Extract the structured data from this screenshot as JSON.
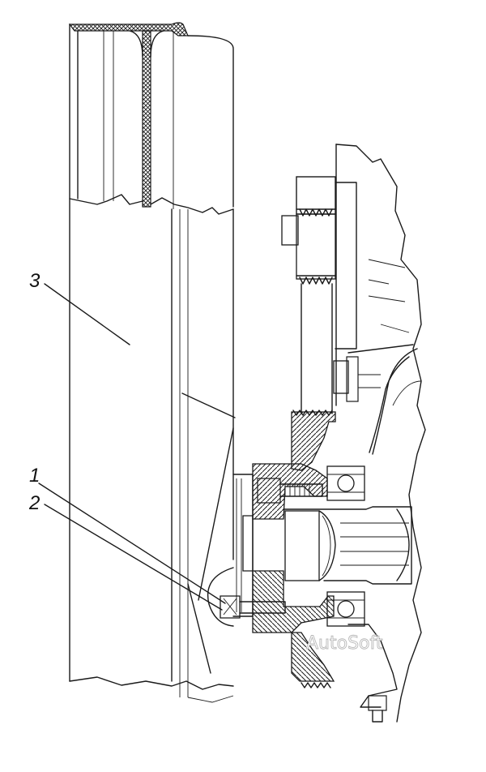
{
  "callouts": [
    {
      "label": "1"
    },
    {
      "label": "2"
    },
    {
      "label": "3"
    }
  ],
  "watermark": "AutoSoft",
  "colors": {
    "line": "#1a1a1a",
    "background": "#ffffff",
    "watermark": "#b8b8b8"
  }
}
